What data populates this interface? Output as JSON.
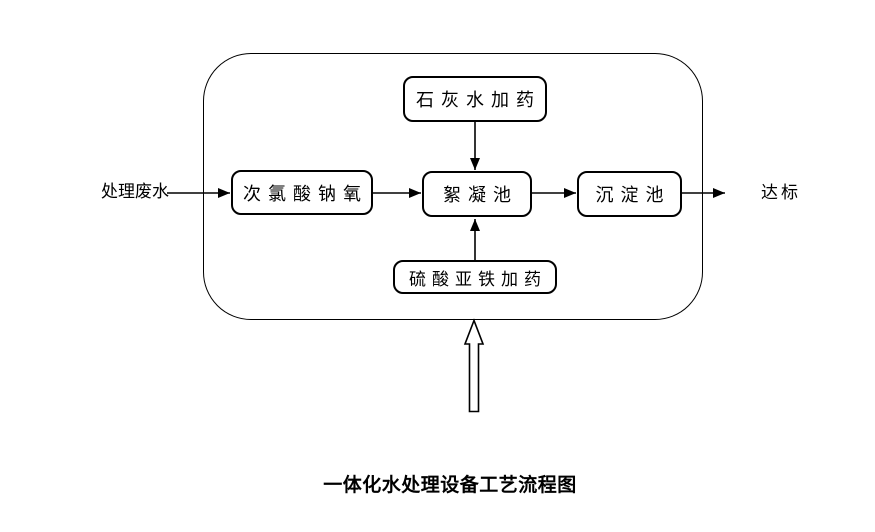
{
  "diagram": {
    "caption": "一体化水处理设备工艺流程图",
    "influent_label": "处理废水",
    "effluent_label": "达标",
    "nodes": {
      "lime_dosing": "石灰水加药",
      "sodium_hypochlorite": "次氯酸钠氧",
      "flocculation_tank": "絮凝池",
      "sedimentation_tank": "沉淀池",
      "ferrous_sulfate_dosing": "硫酸亚铁加药"
    },
    "edges": [
      {
        "from": "处理废水",
        "to": "次氯酸钠氧"
      },
      {
        "from": "次氯酸钠氧",
        "to": "絮凝池"
      },
      {
        "from": "石灰水加药",
        "to": "絮凝池"
      },
      {
        "from": "硫酸亚铁加药",
        "to": "絮凝池"
      },
      {
        "from": "絮凝池",
        "to": "沉淀池"
      },
      {
        "from": "沉淀池",
        "to": "达标"
      }
    ],
    "colors": {
      "line": "#000000",
      "text": "#000000",
      "background": "#ffffff"
    }
  }
}
